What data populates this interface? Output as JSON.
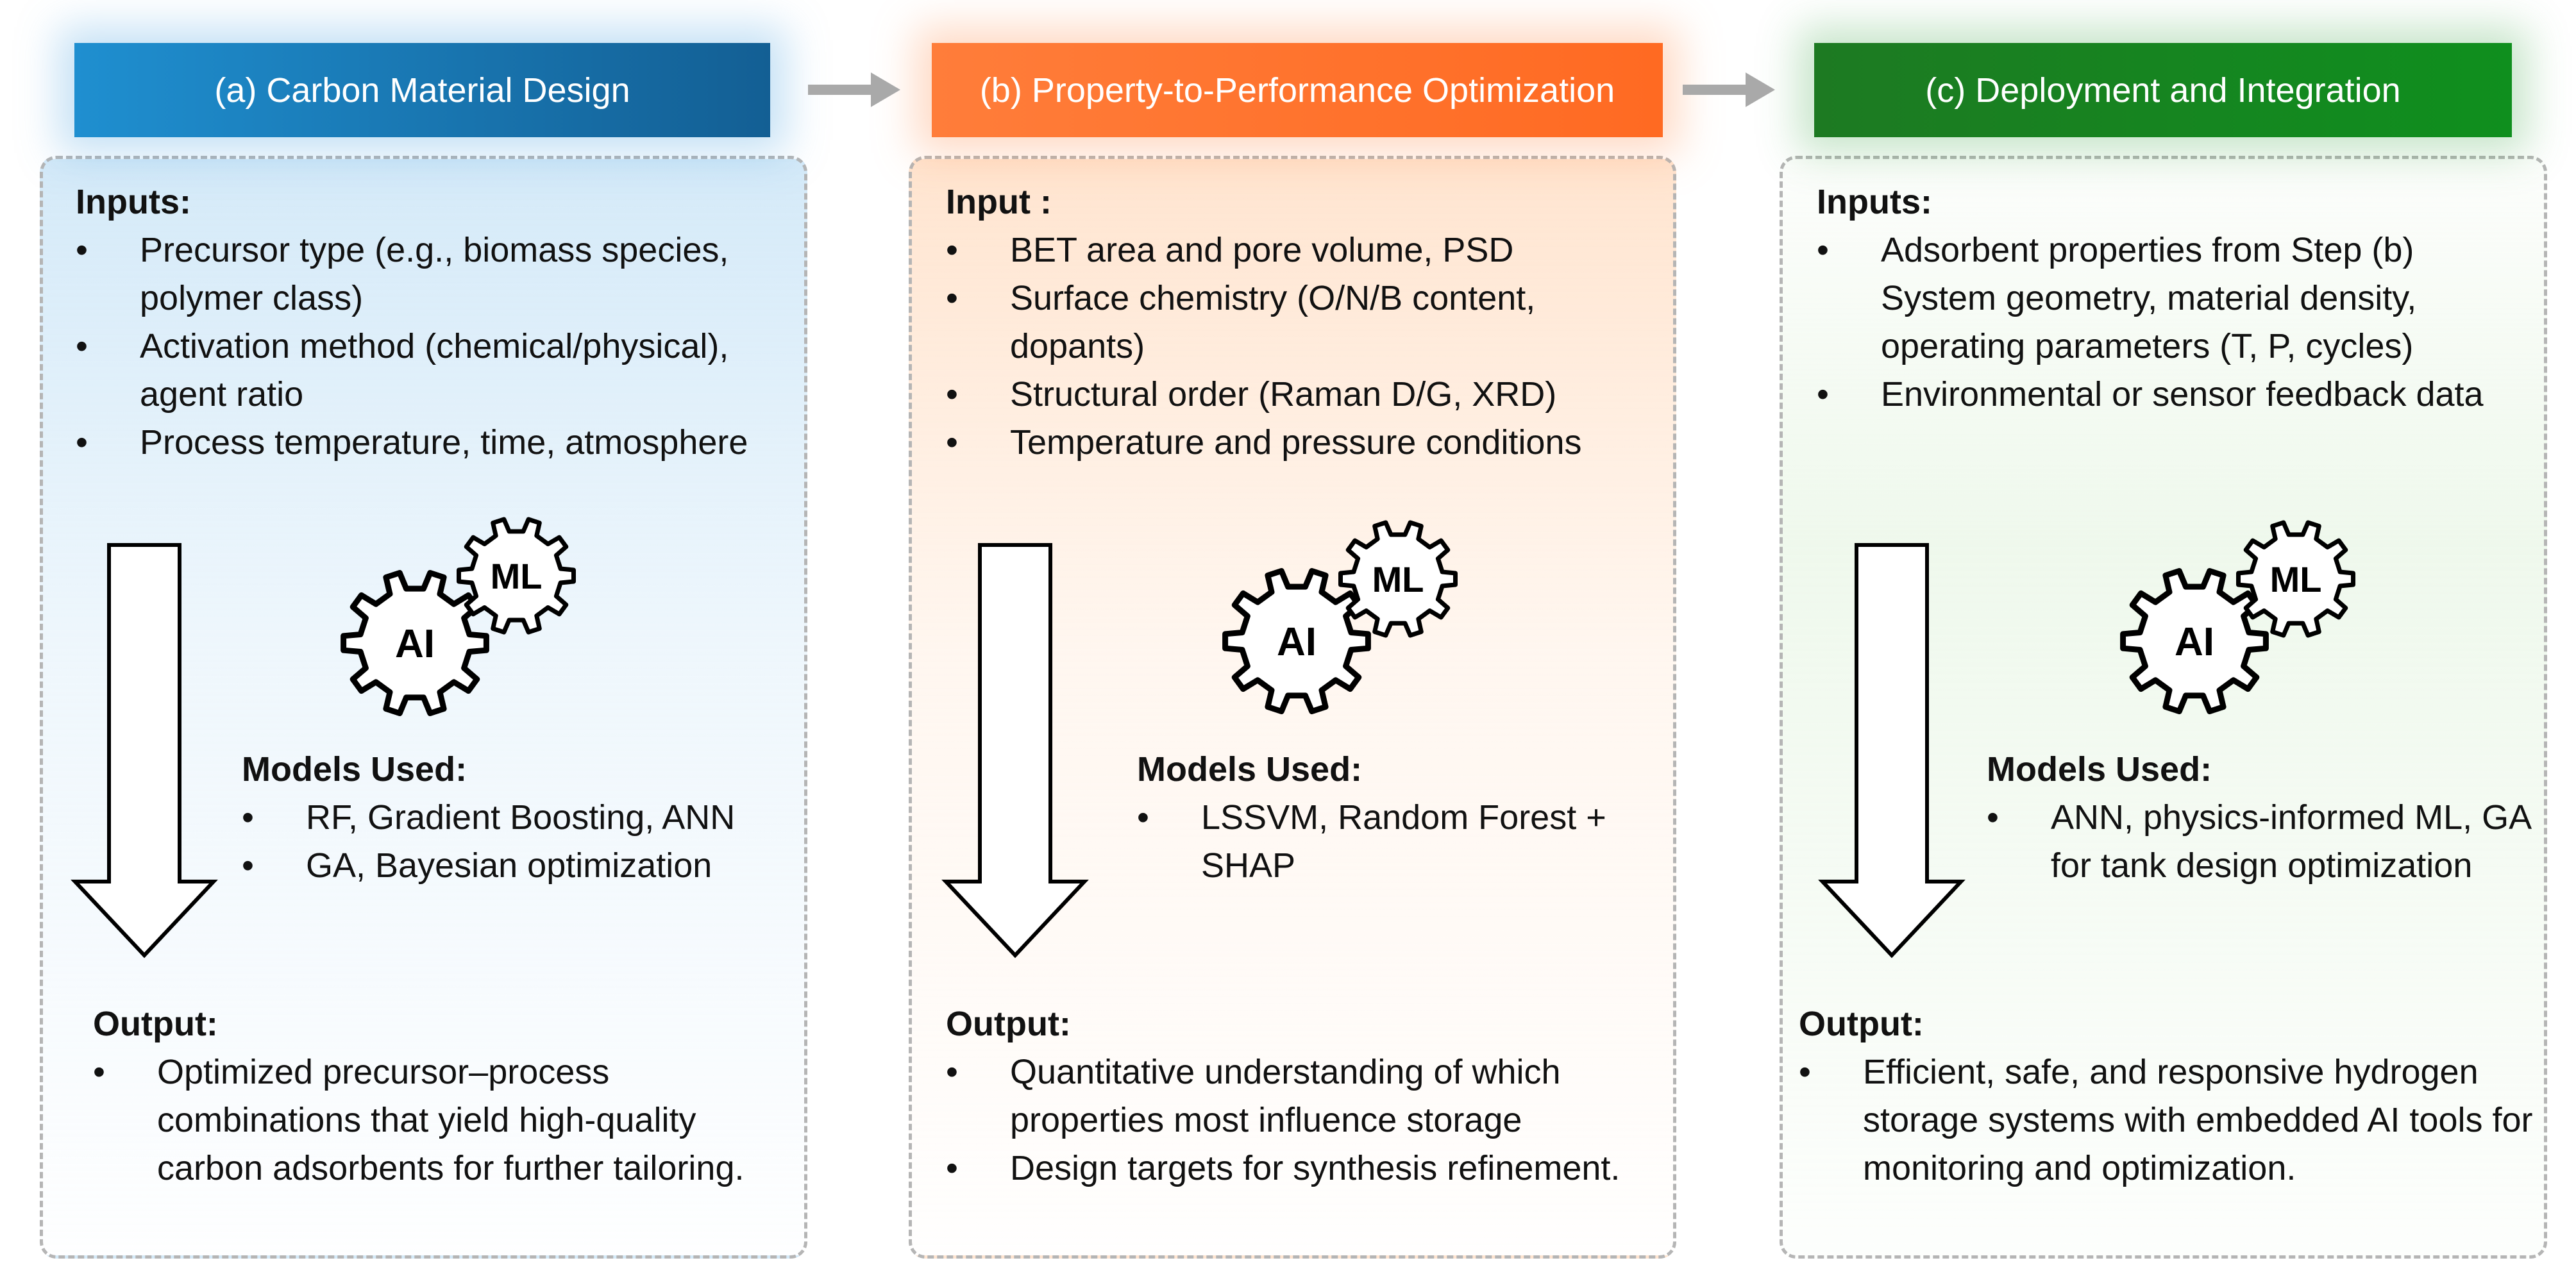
{
  "flow": [
    {
      "header": "(a) Carbon Material Design",
      "color": "#1a7dbd",
      "inputs_title": "Inputs:",
      "inputs": [
        "Precursor type (e.g., biomass species, polymer class)",
        "Activation method (chemical/physical), agent ratio",
        "Process temperature, time, atmosphere"
      ],
      "gear_large": "AI",
      "gear_small": "ML",
      "models_title": "Models Used:",
      "models": [
        "RF, Gradient Boosting, ANN",
        "GA, Bayesian optimization"
      ],
      "output_title": "Output:",
      "outputs": [
        "Optimized precursor–process combinations that yield high-quality carbon adsorbents for further tailoring."
      ]
    },
    {
      "header": "(b) Property-to-Performance Optimization",
      "color": "#ff7330",
      "inputs_title": "Input :",
      "inputs": [
        "BET area and pore volume, PSD",
        "Surface chemistry (O/N/B content, dopants)",
        "Structural order (Raman D/G, XRD)",
        "Temperature and pressure conditions"
      ],
      "gear_large": "AI",
      "gear_small": "ML",
      "models_title": "Models Used:",
      "models": [
        "LSSVM, Random Forest + SHAP"
      ],
      "output_title": "Output:",
      "outputs": [
        "Quantitative understanding of which properties most influence storage",
        "Design targets for synthesis refinement."
      ]
    },
    {
      "header": "(c) Deployment and Integration",
      "color": "#148a1e",
      "inputs_title": "Inputs:",
      "inputs": [
        "Adsorbent properties from Step (b) System geometry, material density, operating parameters (T, P, cycles)",
        "Environmental or sensor feedback data"
      ],
      "gear_large": "AI",
      "gear_small": "ML",
      "models_title": "Models Used:",
      "models": [
        "ANN, physics-informed ML, GA for tank design optimization"
      ],
      "output_title": "Output:",
      "outputs": [
        "Efficient, safe, and responsive hydrogen storage systems with embedded AI tools for monitoring and optimization."
      ]
    }
  ]
}
